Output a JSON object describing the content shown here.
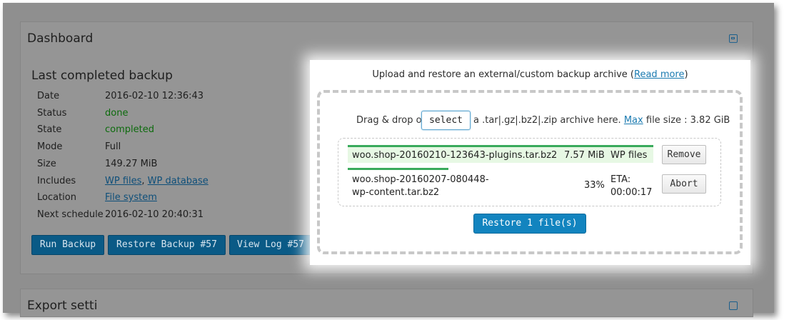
{
  "dashboard": {
    "title": "Dashboard",
    "next_panel_title": "Export setti"
  },
  "last_backup": {
    "title": "Last completed backup",
    "rows": [
      {
        "label": "Date",
        "value": "2016-02-10 12:36:43"
      },
      {
        "label": "Status",
        "value": "done"
      },
      {
        "label": "State",
        "value": "completed"
      },
      {
        "label": "Mode",
        "value": "Full"
      },
      {
        "label": "Size",
        "value": "149.27 MiB"
      },
      {
        "label": "Includes",
        "links": [
          "WP files",
          "WP database"
        ],
        "separator": ", "
      },
      {
        "label": "Location",
        "links": [
          "File system"
        ]
      },
      {
        "label": "Next schedule",
        "value": "2016-02-10 20:40:31"
      }
    ],
    "buttons": [
      "Run Backup",
      "Restore Backup #57",
      "View Log #57"
    ]
  },
  "upload": {
    "title_prefix": "Upload and restore an external/custom backup archive (",
    "title_link": "Read more",
    "title_suffix": ")",
    "drag_prefix": "Drag & drop or",
    "select_label": "select",
    "drag_middle": "a .tar|.gz|.bz2|.zip archive here.",
    "max_link": "Max",
    "drag_suffix": "file size : 3.82 GiB",
    "files": [
      {
        "name": "woo.shop-20160210-123643-plugins.tar.bz2",
        "size": "7.57 MiB",
        "type": "WP files",
        "action": "Remove",
        "progress": 1.0
      },
      {
        "name": "woo.shop-20160207-080448-wp-content.tar.bz2",
        "percent": "33%",
        "eta": "ETA: 00:00:17",
        "action": "Abort",
        "progress": 0.33
      }
    ],
    "restore_label": "Restore 1 file(s)"
  },
  "colors": {
    "status_green": "#0d6b0d",
    "primary_button": "#1284bf",
    "progress_green": "#3aaa5c"
  }
}
